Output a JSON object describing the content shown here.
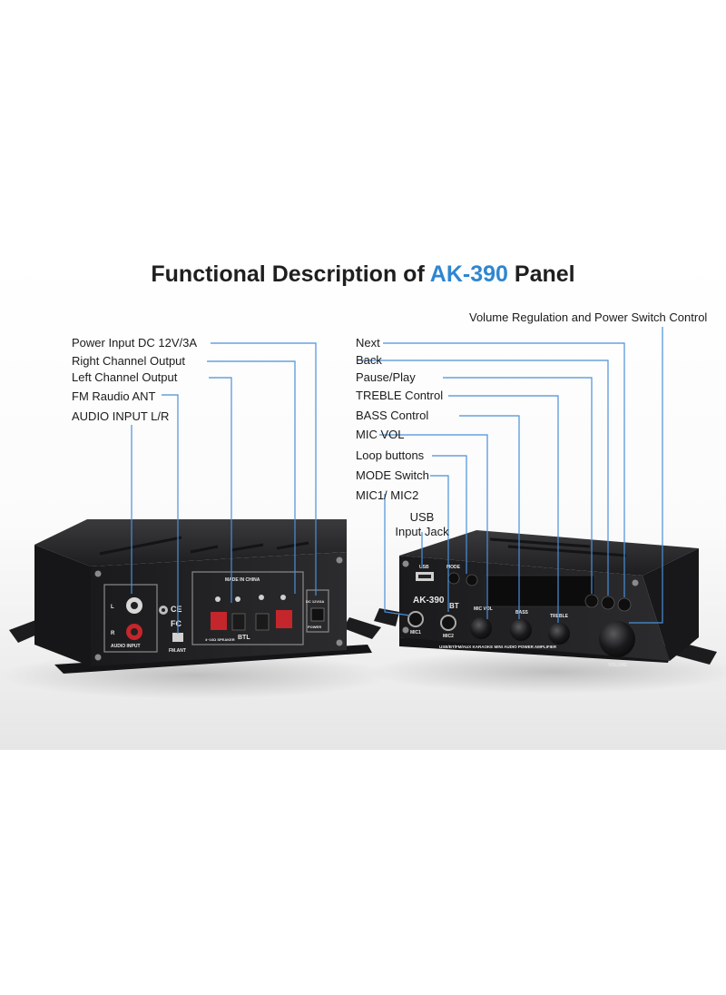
{
  "title": {
    "prefix": "Functional Description of ",
    "model": "AK-390",
    "suffix": " Panel"
  },
  "left_labels": [
    "Power Input DC 12V/3A",
    "Right Channel Output",
    "Left Channel Output",
    "FM Raudio ANT",
    "AUDIO INPUT L/R"
  ],
  "right_labels": [
    "Volume Regulation and Power Switch Control",
    "Next",
    "Back",
    "Pause/Play",
    "TREBLE Control",
    "BASS Control",
    "MIC VOL",
    "Loop buttons",
    "MODE Switch",
    "MIC1/ MIC2",
    "USB",
    "Input Jack"
  ],
  "back_panel": {
    "audio_input": "AUDIO INPUT",
    "l": "L",
    "r": "R",
    "fm_ant": "FM.ANT",
    "made_in": "MADE IN CHINA",
    "btl": "BTL",
    "speaker": "4~16Ω SPEAKER",
    "power": "POWER",
    "dc": "DC 12V/3A"
  },
  "front_panel": {
    "usb": "USB",
    "mode": "MODE",
    "model": "AK-390",
    "bt": "BT",
    "mic1": "MIC1",
    "mic2": "MIC2",
    "mic_vol": "MIC VOL",
    "bass": "BASS",
    "treble": "TREBLE",
    "volume": "VOLUME",
    "strip": "USB/BT/FM/AUX KARAOKE MINI AUDIO POWER AMPLIFIER"
  },
  "colors": {
    "accent": "#2f86d0",
    "leader": "#4a90d9",
    "chassis": "#2a2a2c",
    "text": "#1b1b1b"
  }
}
